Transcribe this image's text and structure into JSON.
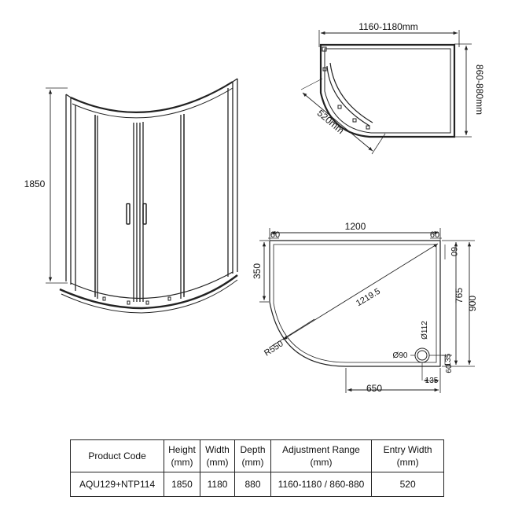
{
  "front_view": {
    "height_label": "1850"
  },
  "plan_view": {
    "width_label": "1160-1180mm",
    "depth_label": "860-880mm",
    "entry_label": "520mm"
  },
  "tray_view": {
    "overall_width": "1200",
    "left_margin": "60",
    "right_margin": "60",
    "top_margin": "60",
    "curve_start": "350",
    "diagonal": "1219.5",
    "radius": "R550",
    "waste_outer": "Ø112",
    "waste_inner": "Ø90",
    "waste_side_offset": "135",
    "waste_bottom_offset": "135",
    "bottom_margin": "60",
    "straight_length": "650",
    "inner_depth": "765",
    "overall_depth": "900"
  },
  "spec_table": {
    "headers": [
      {
        "line1": "Product Code",
        "line2": ""
      },
      {
        "line1": "Height",
        "line2": "(mm)"
      },
      {
        "line1": "Width",
        "line2": "(mm)"
      },
      {
        "line1": "Depth",
        "line2": "(mm)"
      },
      {
        "line1": "Adjustment Range",
        "line2": "(mm)"
      },
      {
        "line1": "Entry Width",
        "line2": "(mm)"
      }
    ],
    "row": [
      "AQU129+NTP114",
      "1850",
      "1180",
      "880",
      "1160-1180 / 860-880",
      "520"
    ]
  }
}
